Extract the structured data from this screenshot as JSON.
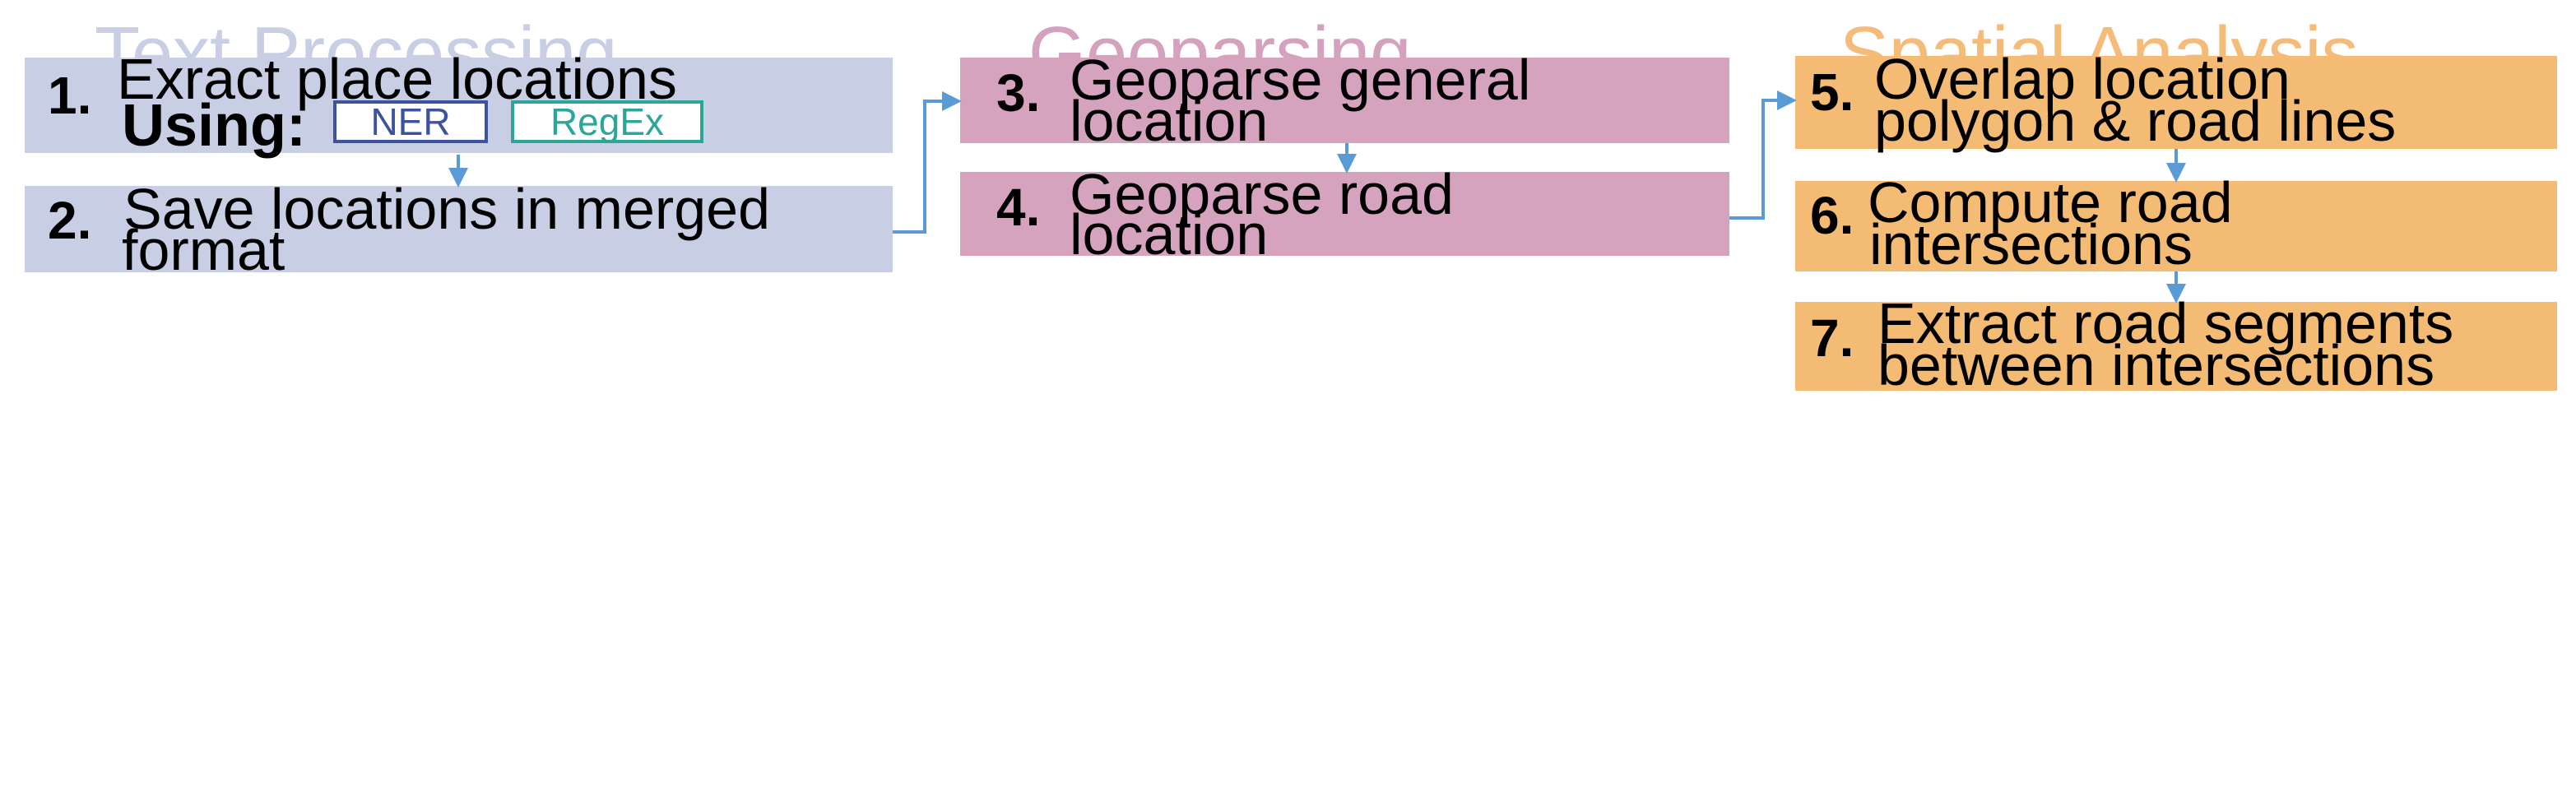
{
  "colors": {
    "text_processing": "#c8cfe4",
    "geoparsing": "#d6a3bf",
    "spatial_analysis": "#f4bb75",
    "arrow": "#5b9bd5",
    "ner": "#3e53a0",
    "regex": "#2ba698"
  },
  "sections": {
    "text_processing": "Text Processing",
    "geoparsing": "Geoparsing",
    "spatial_analysis": "Spatial Analysis"
  },
  "steps": {
    "s1": {
      "num": "1.",
      "line1": "Exract place locations",
      "using_label": "Using:",
      "tools": [
        "NER",
        "RegEx"
      ]
    },
    "s2": {
      "num": "2.",
      "line1": "Save locations in merged",
      "line2": "format"
    },
    "s3": {
      "num": "3.",
      "line1": "Geoparse general",
      "line2": "location"
    },
    "s4": {
      "num": "4.",
      "line1": "Geoparse road",
      "line2": "location"
    },
    "s5": {
      "num": "5.",
      "line1": "Overlap location",
      "line2": "polygon & road lines"
    },
    "s6": {
      "num": "6.",
      "line1": "Compute road",
      "line2": "intersections"
    },
    "s7": {
      "num": "7.",
      "line1": "Extract road segments",
      "line2": "between intersections"
    }
  },
  "flow": [
    {
      "from": "1",
      "to": "2"
    },
    {
      "from": "2",
      "to": "3"
    },
    {
      "from": "3",
      "to": "4"
    },
    {
      "from": "4",
      "to": "5"
    },
    {
      "from": "5",
      "to": "6"
    },
    {
      "from": "6",
      "to": "7"
    }
  ]
}
